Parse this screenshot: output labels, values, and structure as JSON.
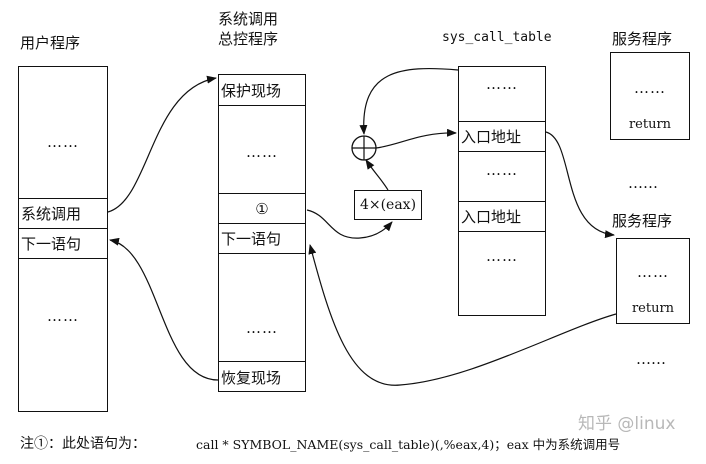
{
  "user_program": {
    "title": "用户程序",
    "dots_top": "……",
    "syscall": "系统调用",
    "next_stmt": "下一语句",
    "dots_bottom": "……"
  },
  "syscall_handler": {
    "title_line1": "系统调用",
    "title_line2": "总控程序",
    "save": "保护现场",
    "dots_top": "……",
    "marker": "①",
    "next_stmt": "下一语句",
    "dots_bottom": "……",
    "restore": "恢复现场"
  },
  "adder": {
    "label": "4×(eax)"
  },
  "sys_call_table": {
    "title": "sys_call_table",
    "dots_top": "……",
    "entry1": "入口地址",
    "dots_mid": "……",
    "entry2": "入口地址",
    "dots_bottom": "……"
  },
  "service_top": {
    "title": "服务程序",
    "dots": "……",
    "return": "return"
  },
  "between_dots": "……",
  "service_bottom": {
    "title": "服务程序",
    "dots": "……",
    "return": "return"
  },
  "trailing_dots": "……",
  "footnote": {
    "prefix": "注①：此处语句为：",
    "code": "call * SYMBOL_NAME(sys_call_table)(,%eax,4)；eax 中为系统调用号"
  },
  "watermark": "知乎 @linux"
}
